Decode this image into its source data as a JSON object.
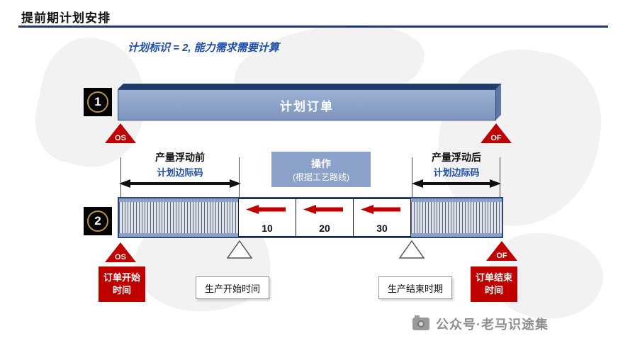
{
  "page": {
    "title": "提前期计划安排",
    "subtitle": "计划标识 = 2, 能力需求需要计算"
  },
  "row1": {
    "badge": "1",
    "bar_label": "计划订单",
    "os_label": "OS",
    "of_label": "OF"
  },
  "annotations": {
    "left_title": "产量浮动前",
    "left_subtitle": "计划边际码",
    "center_line1": "操作",
    "center_line2": "(根据工艺路线)",
    "right_title": "产量浮动后",
    "right_subtitle": "计划边际码"
  },
  "row2": {
    "badge": "2",
    "cells": [
      {
        "value": "10"
      },
      {
        "value": "20"
      },
      {
        "value": "30"
      }
    ],
    "os_label": "OS",
    "of_label": "OF"
  },
  "bottom": {
    "order_start": "订单开始时间",
    "prod_start": "生产开始时间",
    "prod_end": "生产结束时期",
    "order_end": "订单结束时间"
  },
  "watermark": {
    "text": "公众号·老马识途集"
  },
  "colors": {
    "accent_navy": "#1e3a6e",
    "bar_blue": "#8ba1c9",
    "marker_red": "#c00000",
    "subtitle_blue": "#1d4ea8"
  }
}
